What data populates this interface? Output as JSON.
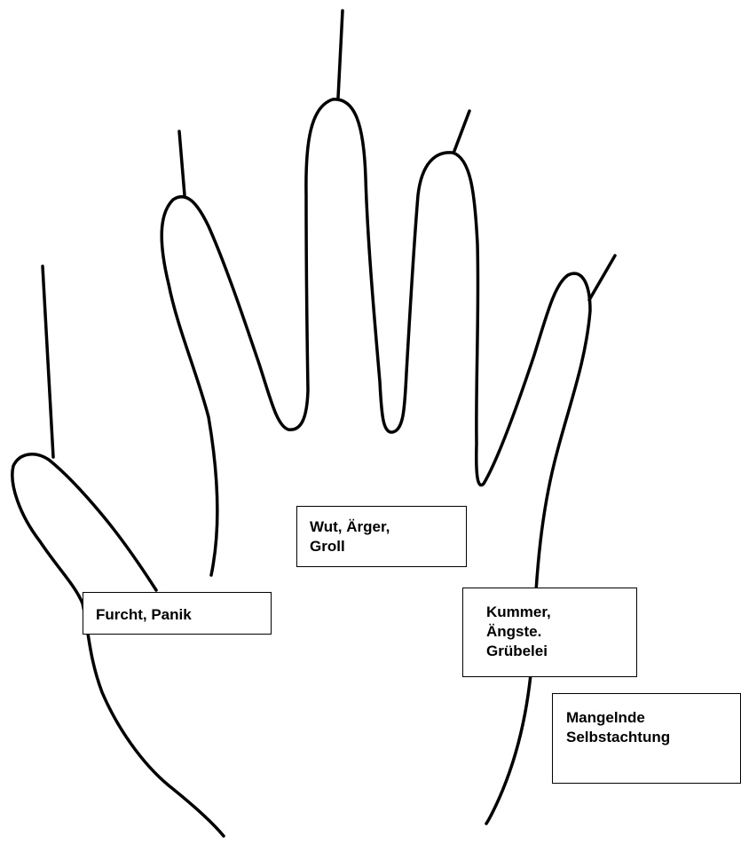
{
  "diagram": {
    "line_color": "#000000",
    "labels": {
      "fear": [
        "Furcht, Panik"
      ],
      "anger": [
        "Wut, Ärger,",
        "Groll"
      ],
      "grief": [
        "Kummer,",
        "Ängste.",
        "Grübelei"
      ],
      "self_esteem": [
        "Mangelnde",
        "Selbstachtung"
      ]
    }
  }
}
